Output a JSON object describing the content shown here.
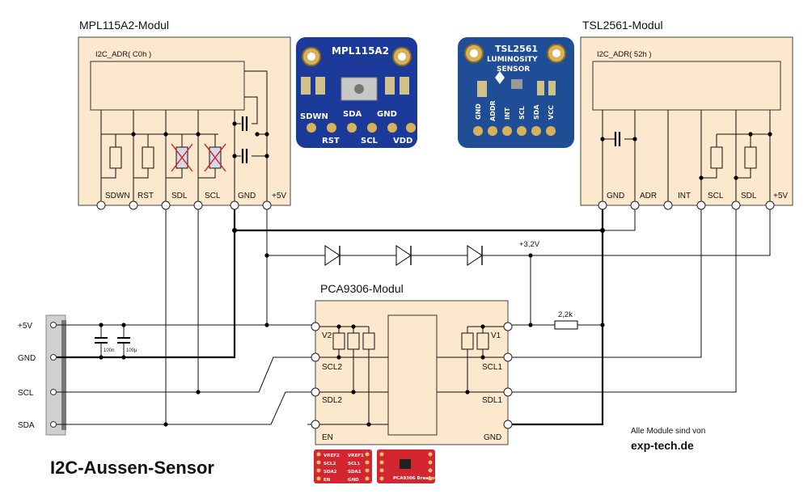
{
  "diagram_title": "I2C-Aussen-Sensor",
  "credit": {
    "line1": "Alle Module sind von",
    "line2": "exp-tech.de"
  },
  "mpl": {
    "title": "MPL115A2-Modul",
    "addr": "I2C_ADR( C0h )",
    "pins": [
      "SDWN",
      "RST",
      "SDL",
      "SCL",
      "GND",
      "+5V"
    ],
    "photo": {
      "name": "MPL115A2",
      "top_pins": [
        "SDWN",
        "SDA",
        "GND"
      ],
      "bottom_pins": [
        "RST",
        "SCL",
        "VDD"
      ]
    }
  },
  "tsl": {
    "title": "TSL2561-Modul",
    "addr": "I2C_ADR( 52h )",
    "pins": [
      "GND",
      "ADR",
      "INT",
      "SCL",
      "SDL",
      "+5V"
    ],
    "photo": {
      "line1": "TSL2561",
      "line2": "LUMINOSITY",
      "line3": "SENSOR",
      "pins": [
        "GND",
        "ADDR",
        "INT",
        "SCL",
        "SDA",
        "VCC"
      ]
    }
  },
  "pca": {
    "title": "PCA9306-Modul",
    "left_pins": [
      "V2",
      "SCL2",
      "SDL2",
      "EN"
    ],
    "right_pins": [
      "V1",
      "SCL1",
      "SDL1",
      "GND"
    ],
    "photo": {
      "left_labels": [
        "VREF2",
        "SCL2",
        "SDA2",
        "EN"
      ],
      "right_labels": [
        "VREF1",
        "SCL1",
        "SDA1",
        "GND"
      ],
      "board_text": "PCA9306 Breakout"
    }
  },
  "connector": {
    "labels": [
      "+5V",
      "GND",
      "SCL",
      "SDA"
    ]
  },
  "caps": {
    "c1": "100n",
    "c2": "100µ"
  },
  "voltage": "+3,2V",
  "resistor": "2,2k",
  "colors": {
    "module_fill": "#fce8cc",
    "mpl_pcb": "#1c3a9a",
    "tsl_pcb": "#1f4e96",
    "pca_pcb": "#d42630"
  }
}
